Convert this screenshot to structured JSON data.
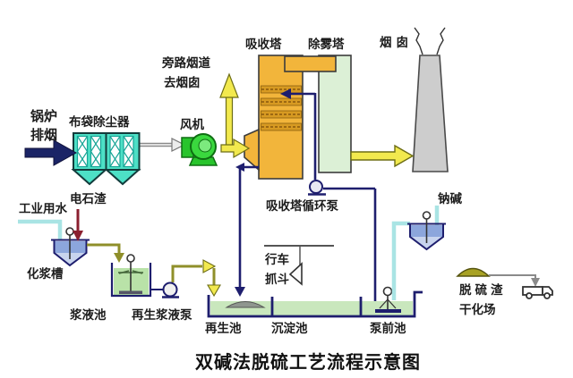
{
  "title": "双碱法脱硫工艺流程示意图",
  "labels": {
    "boiler_line1": "锅炉",
    "boiler_line2": "排烟",
    "bag_filter": "布袋除尘器",
    "fan": "风机",
    "bypass_line1": "旁路烟道",
    "bypass_line2": "去烟囱",
    "absorber": "吸收塔",
    "demister": "除雾塔",
    "chimney": "烟囱",
    "circulation_pump": "吸收塔循环泵",
    "crane_line1": "行车",
    "crane_line2": "抓斗",
    "industrial_water": "工业用水",
    "carbide_slag": "电石渣",
    "slurry_mixing_tank": "化浆槽",
    "slurry_pool": "浆液池",
    "regen_slurry_pump": "再生浆液泵",
    "regen_pool": "再生池",
    "sediment_pool": "沉淀池",
    "prepump_pool": "泵前池",
    "soda_alkali": "钠碱",
    "slag_line1": "脱硫渣",
    "slag_line2": "干化场"
  },
  "colors": {
    "navy_pipe": "#1e1e6e",
    "absorber_orange": "#F2B53B",
    "spray_band_orange": "#D79A22",
    "demister_green": "#DCF0D6",
    "chimney_gray": "#CDCDCD",
    "filter_teal": "#4DE0C6",
    "fan_green": "#3AD83E",
    "flue_arrow_yellow": "#F2E94E",
    "olive_pipe": "#8F8F2A",
    "cyan_pipe": "#A9E4E4",
    "basin_green": "#C9E7BD",
    "pool_green": "#B9E2A8",
    "water_blue": "#8CA6DC",
    "carbide_arrow_red": "#8B2030",
    "boiler_arrow_navy": "#1B2466"
  }
}
